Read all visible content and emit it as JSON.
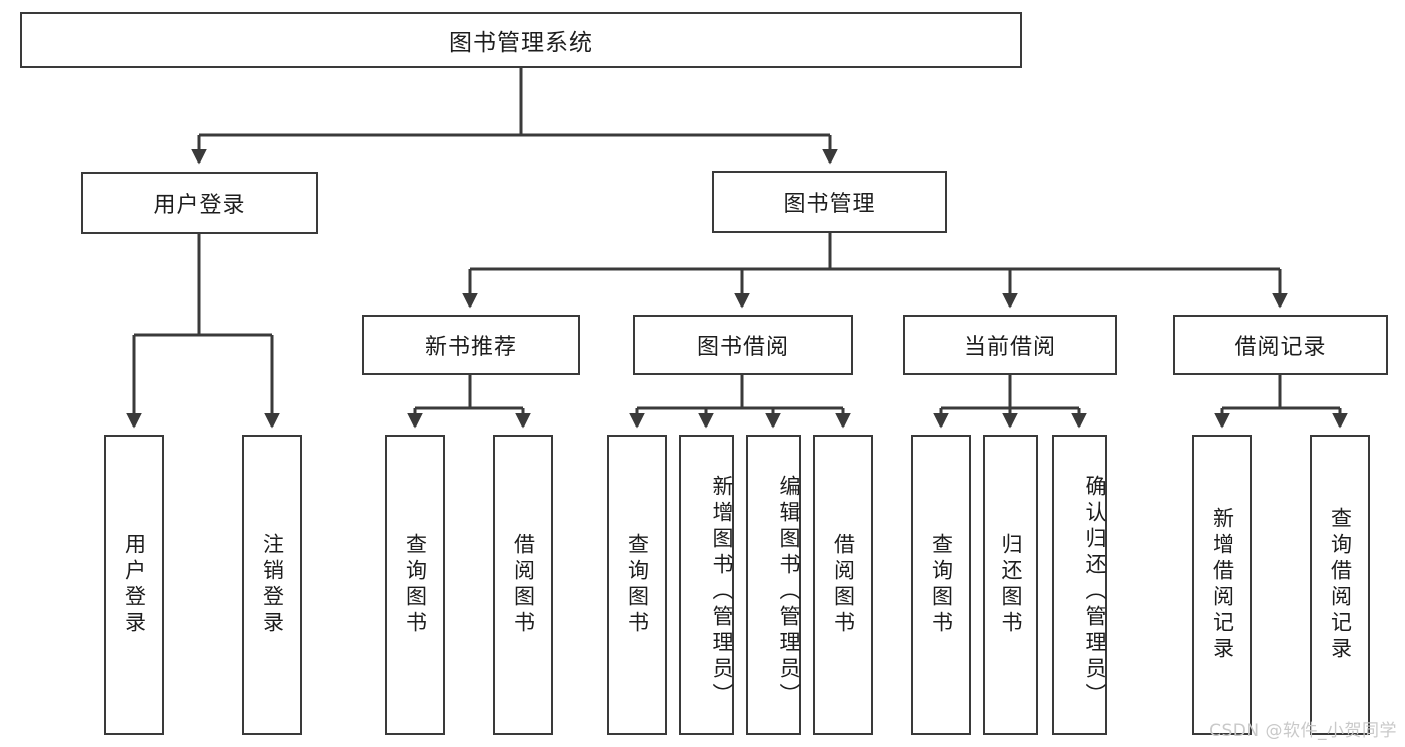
{
  "diagram": {
    "title": "图书管理系统",
    "watermark": "CSDN @软件_小贺同学",
    "colors": {
      "line": "#3a3a3a",
      "box_fill": "#ffffff",
      "text": "#1d1d1d",
      "background": "#ffffff",
      "watermark": "#c9c9c9"
    },
    "root": {
      "label": "图书管理系统"
    },
    "level1": [
      {
        "label": "用户登录"
      },
      {
        "label": "图书管理"
      }
    ],
    "level2": [
      {
        "label": "新书推荐"
      },
      {
        "label": "图书借阅"
      },
      {
        "label": "当前借阅"
      },
      {
        "label": "借阅记录"
      }
    ],
    "leaves": {
      "user_login": [
        {
          "label": "用户登录"
        },
        {
          "label": "注销登录"
        }
      ],
      "new_book_recommend": [
        {
          "label": "查询图书"
        },
        {
          "label": "借阅图书"
        }
      ],
      "book_borrow": [
        {
          "label": "查询图书"
        },
        {
          "label": "新增图书（管理员）"
        },
        {
          "label": "编辑图书（管理员）"
        },
        {
          "label": "借阅图书"
        }
      ],
      "current_borrow": [
        {
          "label": "查询图书"
        },
        {
          "label": "归还图书"
        },
        {
          "label": "确认归还（管理员）"
        }
      ],
      "borrow_records": [
        {
          "label": "新增借阅记录"
        },
        {
          "label": "查询借阅记录"
        }
      ]
    }
  }
}
